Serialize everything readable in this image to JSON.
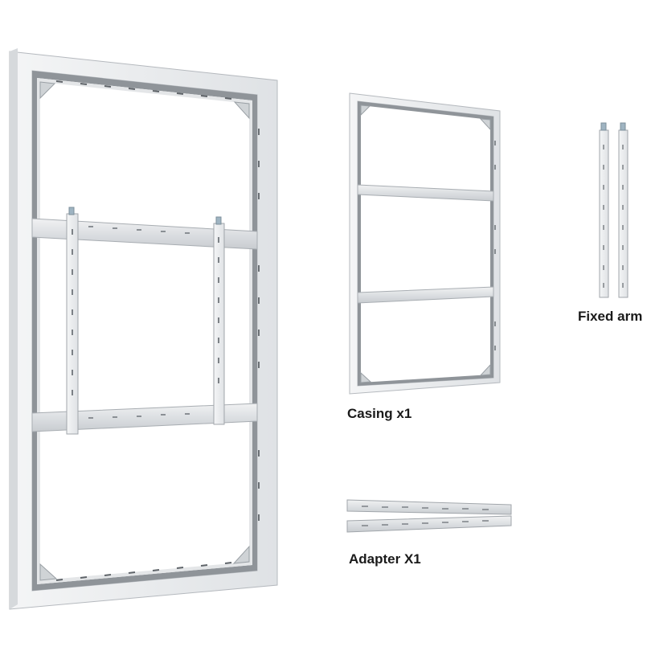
{
  "labels": {
    "casing": "Casing x1",
    "adapter": "Adapter X1",
    "fixed_arm": "Fixed arm"
  },
  "colors": {
    "frame_face": "#eef0f2",
    "frame_edge": "#b9bdc2",
    "frame_inner": "#8d9297",
    "rail": "#dfe2e5",
    "slot": "#9ea3a8",
    "text": "#1a1a1a"
  }
}
